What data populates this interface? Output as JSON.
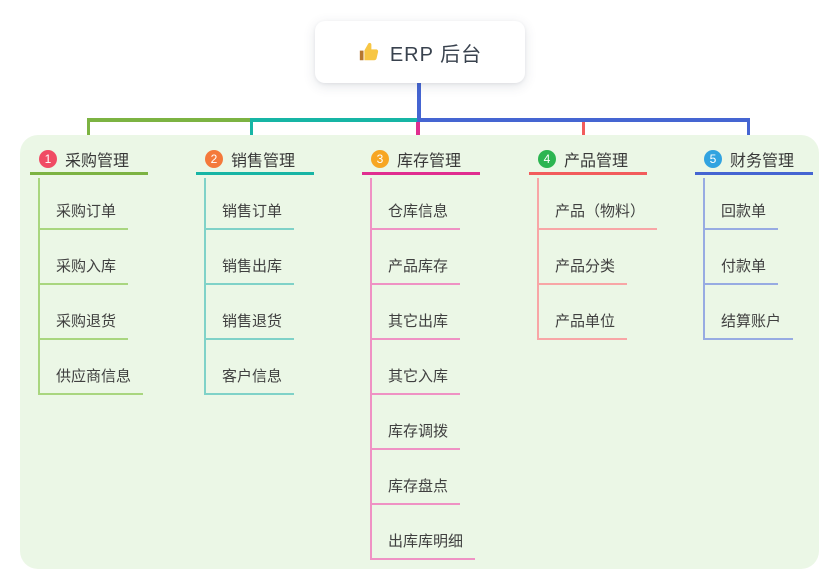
{
  "root": {
    "title": "ERP 后台",
    "icon": "thumbs-up-icon"
  },
  "branches": [
    {
      "number": "1",
      "title": "采购管理",
      "badge_color": "#f04b64",
      "color": "#7cb342",
      "light_color": "#a9d67f",
      "items": [
        "采购订单",
        "采购入库",
        "采购退货",
        "供应商信息"
      ]
    },
    {
      "number": "2",
      "title": "销售管理",
      "badge_color": "#f4793b",
      "color": "#17b5a5",
      "light_color": "#7fd2c8",
      "items": [
        "销售订单",
        "销售出库",
        "销售退货",
        "客户信息"
      ]
    },
    {
      "number": "3",
      "title": "库存管理",
      "badge_color": "#f7a623",
      "color": "#e02e90",
      "light_color": "#ef92c4",
      "items": [
        "仓库信息",
        "产品库存",
        "其它出库",
        "其它入库",
        "库存调拨",
        "库存盘点",
        "出库库明细"
      ]
    },
    {
      "number": "4",
      "title": "产品管理",
      "badge_color": "#2cb551",
      "color": "#f25c5c",
      "light_color": "#f8a6a6",
      "items": [
        "产品（物料）",
        "产品分类",
        "产品单位"
      ]
    },
    {
      "number": "5",
      "title": "财务管理",
      "badge_color": "#31a3e0",
      "color": "#4565d2",
      "light_color": "#97abe2",
      "items": [
        "回款单",
        "付款单",
        "结算账户"
      ]
    }
  ]
}
